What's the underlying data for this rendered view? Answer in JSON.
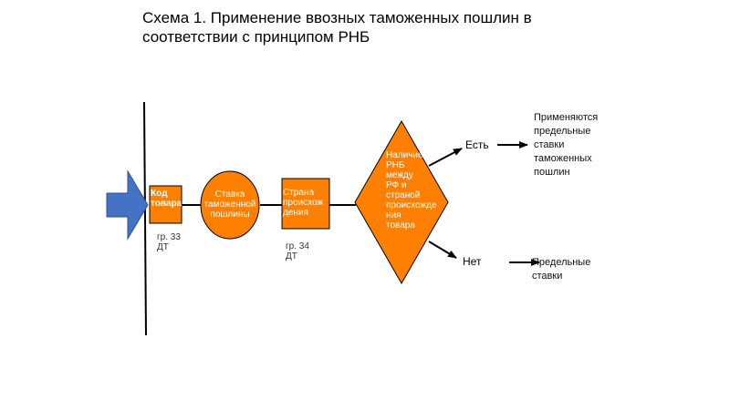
{
  "title": {
    "line1": "Схема 1. Применение ввозных таможенных пошлин в",
    "line2": "соответствии с принципом РНБ"
  },
  "nodes": {
    "code": {
      "line1": "Код",
      "line2": "товара",
      "note1": "гр. 33",
      "note2": "ДТ"
    },
    "rate": {
      "line1": "Ставка",
      "line2": "таможенной",
      "line3": "пошлины"
    },
    "country": {
      "line1": "Страна",
      "line2": "происхож",
      "line3": "дения",
      "note1": "гр. 34",
      "note2": "ДТ"
    },
    "decision": {
      "line1": "Наличие",
      "line2": "РНБ",
      "line3": "между",
      "line4": "РФ и",
      "line5": "страной",
      "line6": "происхожде",
      "line7": "ния",
      "line8": "товара"
    }
  },
  "branches": {
    "yes": "Есть",
    "no": "Нет"
  },
  "outcomes": {
    "yes": {
      "line1": "Применяются",
      "line2": "предельные",
      "line3": "ставки",
      "line4": "таможенных",
      "line5": "пошлин"
    },
    "no": {
      "line1": "Предельные",
      "line2": "ставки"
    }
  },
  "colors": {
    "shape_fill": "#ff8000",
    "arrow_fill": "#4472c4",
    "line": "#000000"
  }
}
